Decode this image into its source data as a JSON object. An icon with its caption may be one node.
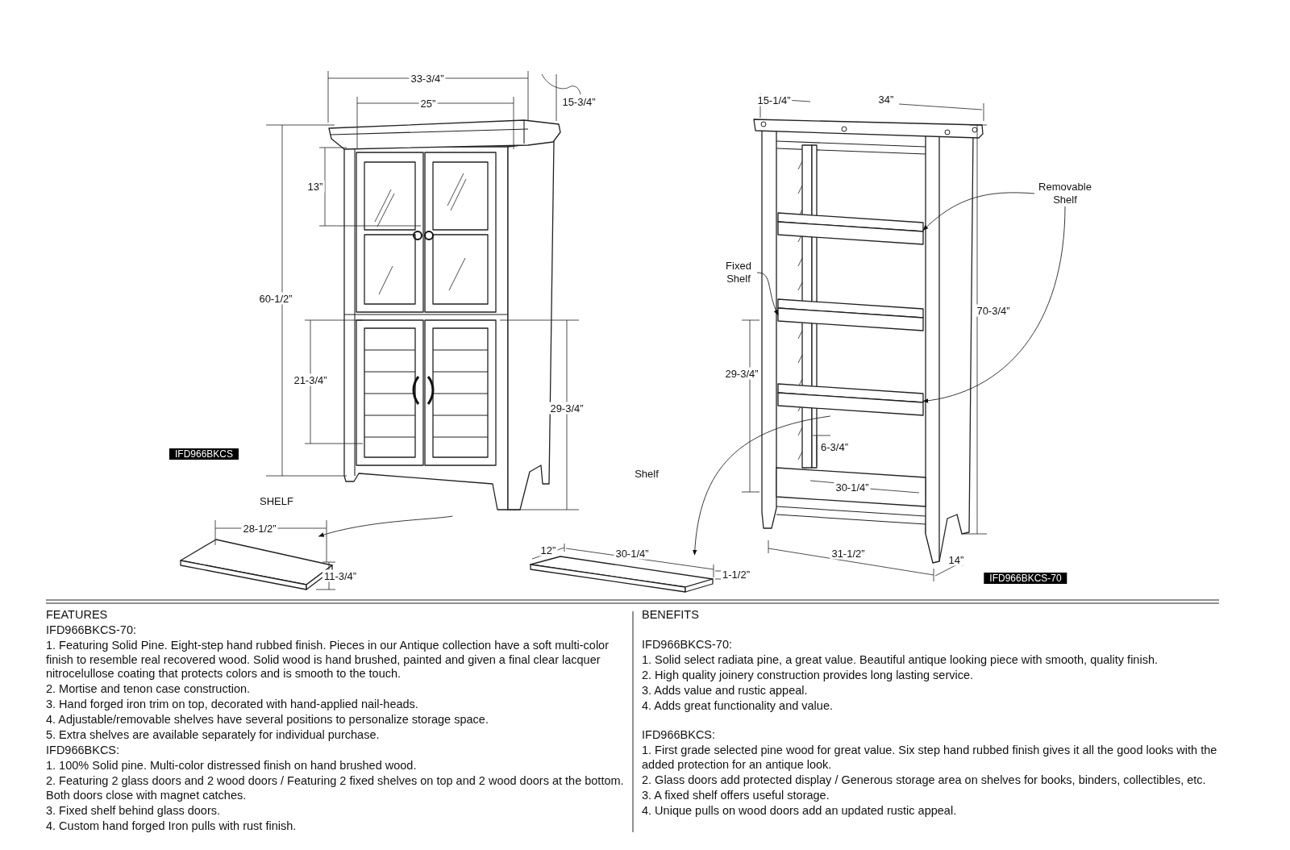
{
  "diagram": {
    "nodes": [
      {
        "text": [
          "Removable Shelf"
        ]
      },
      {
        "text": [
          "Fixed Shelf"
        ]
      },
      {
        "text": [],
        "shape": "picture"
      },
      {
        "text": [],
        "shape": "picture"
      },
      {
        "text": [],
        "shape": "picture"
      },
      {
        "text": [],
        "shape": "bar",
        "in": 4
      },
      {
        "text": [],
        "shape": "bar",
        "in": 4
      },
      {
        "text": [],
        "shape": "bar",
        "in": 4
      },
      {
        "text": [],
        "shape": "picture"
      }
    ],
    "edges": [
      {
        "from": 2,
        "to": 3,
        "arrow": "to"
      },
      {
        "from": 0,
        "to": 5,
        "arrow": "to"
      },
      {
        "from": 0,
        "to": 7,
        "arrow": "to"
      },
      {
        "from": 1,
        "to": 6,
        "arrow": "to"
      },
      {
        "from": 7,
        "to": 8,
        "arrow": "to"
      }
    ],
    "labels": [
      "33-3/4”",
      "25”",
      "15-3/4”",
      "15-1/4”",
      "34”",
      "13”",
      "60-1/2”",
      "21-3/4”",
      "29-3/4”",
      "IFD966BKCS",
      "70-3/4”",
      "29-3/4”",
      "6-3/4”",
      "30-1/4”",
      "Shelf",
      "SHELF",
      "28-1/2”",
      "12”",
      "30-1/4”",
      "31-1/2”",
      "14”",
      "11-3/4”",
      "1-1/2”",
      "IFD966BKCS-70",
      "FEATURES",
      "IFD966BKCS-70:",
      "1. Featuring Solid Pine. Eight-step hand rubbed finish. Pieces in our Antique collection have a soft multi-color finish to resemble real recovered wood. Solid wood is hand brushed, painted and given a final clear lacquer nitrocelullose coating that protects colors and is smooth to the touch.",
      "2. Mortise and tenon case construction.",
      "3. Hand forged iron trim on top, decorated with hand-applied nail-heads.",
      "4. Adjustable/removable shelves have several positions to personalize storage space.",
      "5. Extra shelves are available separately for individual purchase.",
      "IFD966BKCS:",
      "1. 100% Solid pine. Multi-color distressed finish on hand brushed wood.",
      "2. Featuring 2 glass doors and 2 wood doors / Featuring 2 fixed shelves on top and 2 wood doors at the bottom. Both doors close with magnet catches.",
      "3. Fixed shelf behind glass doors.",
      "4. Custom hand forged Iron pulls with rust finish.",
      "BENEFITS",
      "IFD966BKCS-70:",
      "1. Solid select radiata pine, a great value. Beautiful antique looking piece with smooth, quality finish.",
      "2. High quality joinery construction provides long lasting service.",
      "3. Adds value and rustic appeal.",
      "4. Adds great functionality and value.",
      "IFD966BKCS:",
      "1. First grade selected pine wood for great value. Six step hand rubbed finish gives it all the good looks with the added protection for an antique look.",
      "2. Glass doors add protected display / Generous storage area on shelves for books, binders, collectibles, etc.",
      "3. A fixed shelf offers useful storage.",
      "4. Unique pulls on wood doors add an updated rustic appeal."
    ]
  }
}
